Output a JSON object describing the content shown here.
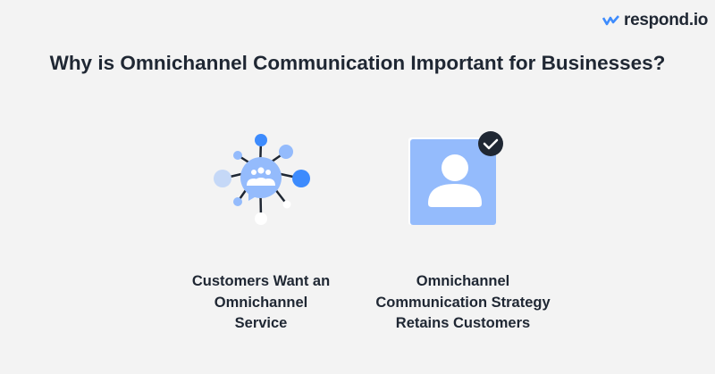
{
  "brand": {
    "name": "respond.io"
  },
  "title": "Why is Omnichannel Communication Important for Businesses?",
  "items": [
    {
      "icon": "omnichannel-network-icon",
      "lines": [
        "Customers Want an",
        "Omnichannel",
        "Service"
      ]
    },
    {
      "icon": "verified-user-icon",
      "lines": [
        "Omnichannel",
        "Communication Strategy",
        "Retains Customers"
      ]
    }
  ],
  "colors": {
    "accent": "#3d8bfd",
    "light": "#94bbfc",
    "dark": "#1f2733",
    "background": "#f3f3f3"
  }
}
